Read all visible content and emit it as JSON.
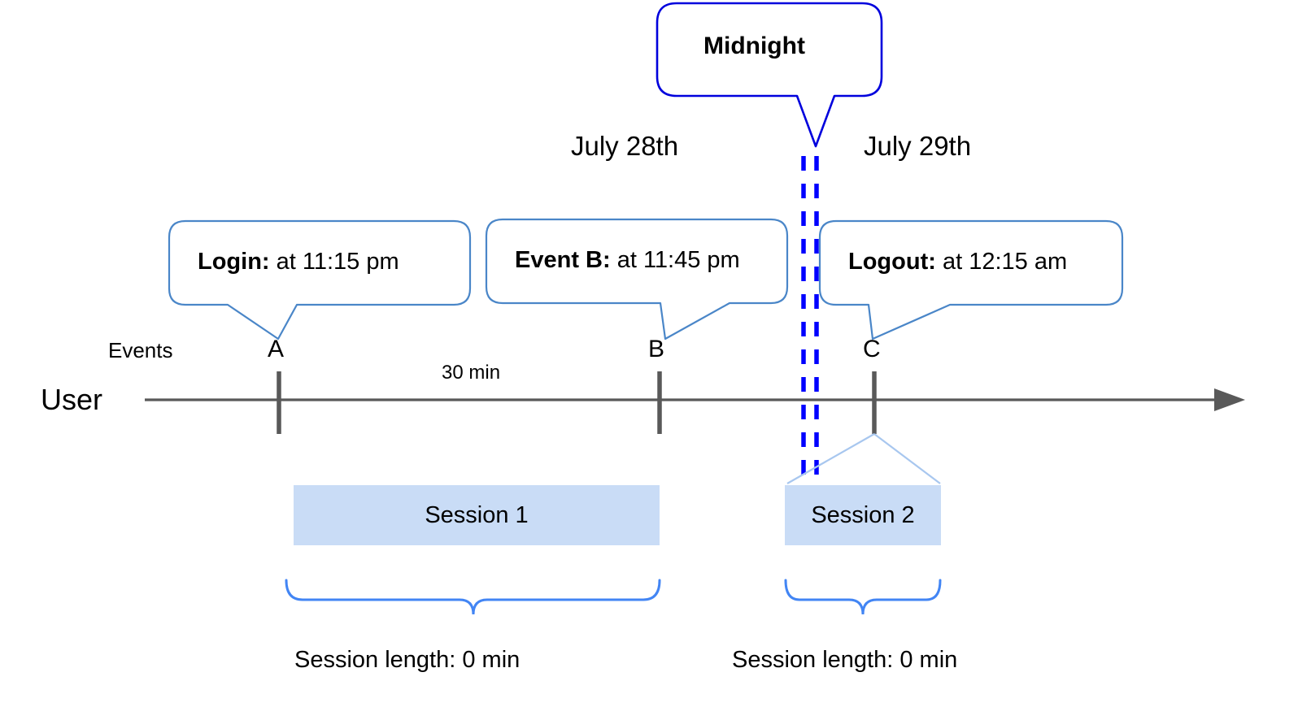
{
  "diagram": {
    "title_callout": {
      "label": "Midnight",
      "border_color": "#0000dd"
    },
    "dates": [
      {
        "label": "July 28th"
      },
      {
        "label": "July 29th"
      }
    ],
    "lanes": {
      "events_label": "Events",
      "user_label": "User"
    },
    "callouts": [
      {
        "bold": "Login:",
        "rest": " at 11:15 pm"
      },
      {
        "bold": "Event B:",
        "rest": " at 11:45 pm"
      },
      {
        "bold": "Logout:",
        "rest": " at 12:15 am"
      }
    ],
    "events": [
      {
        "letter": "A"
      },
      {
        "letter": "B"
      },
      {
        "letter": "C"
      }
    ],
    "interval_label": "30 min",
    "sessions": [
      {
        "label": "Session 1",
        "length_label": "Session length: 0 min"
      },
      {
        "label": "Session 2",
        "length_label": "Session length: 0 min"
      }
    ],
    "colors": {
      "callout_border": "#4a86c8",
      "midnight_border": "#0000dd",
      "midnight_dash": "#0000ff",
      "axis": "#595959",
      "tick": "#595959",
      "session_fill": "#c9dcf6",
      "brace": "#4285f4",
      "connector": "#a8c7ef"
    }
  }
}
